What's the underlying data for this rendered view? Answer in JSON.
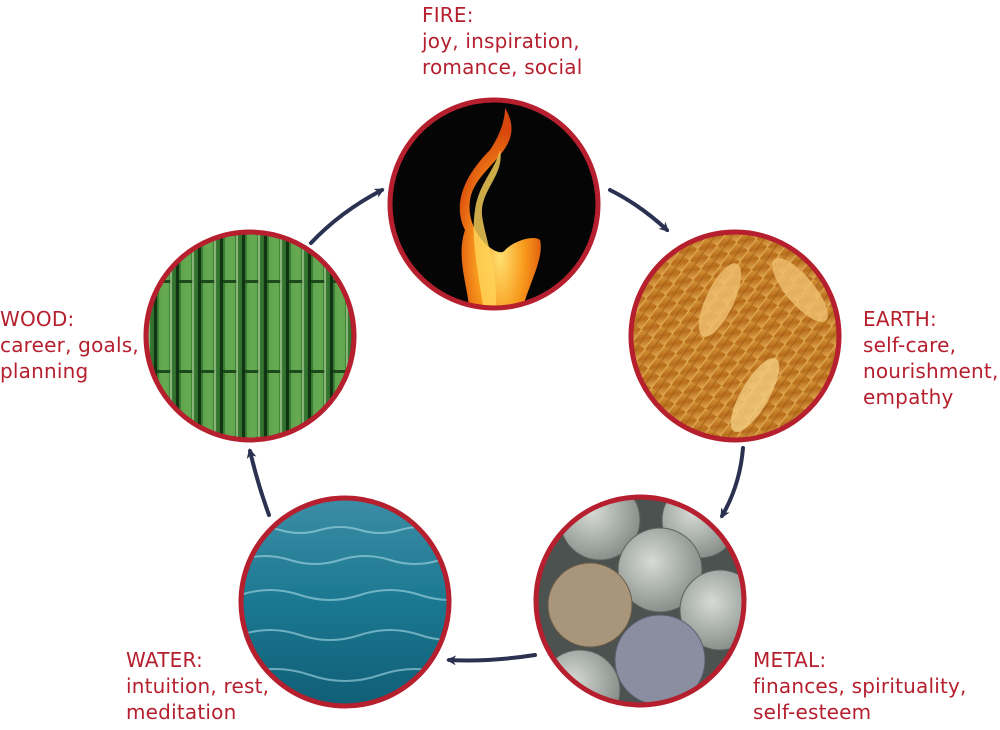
{
  "colors": {
    "text": "#b51f2e",
    "ring": "#b51f2e",
    "arrow": "#2b3150"
  },
  "elements": {
    "fire": {
      "title": "FIRE:",
      "lines": [
        "joy, inspiration,",
        "romance, social"
      ],
      "icon": "flame-image"
    },
    "earth": {
      "title": "EARTH:",
      "lines": [
        "self-care,",
        "nourishment,",
        "empathy"
      ],
      "icon": "wheat-image"
    },
    "metal": {
      "title": "METAL:",
      "lines": [
        "finances, spirituality,",
        "self-esteem"
      ],
      "icon": "coins-image"
    },
    "water": {
      "title": "WATER:",
      "lines": [
        "intuition, rest,",
        "meditation"
      ],
      "icon": "water-image"
    },
    "wood": {
      "title": "WOOD:",
      "lines": [
        "career, goals,",
        "planning"
      ],
      "icon": "bamboo-image"
    }
  },
  "cycle": [
    "wood",
    "fire",
    "earth",
    "metal",
    "water"
  ]
}
